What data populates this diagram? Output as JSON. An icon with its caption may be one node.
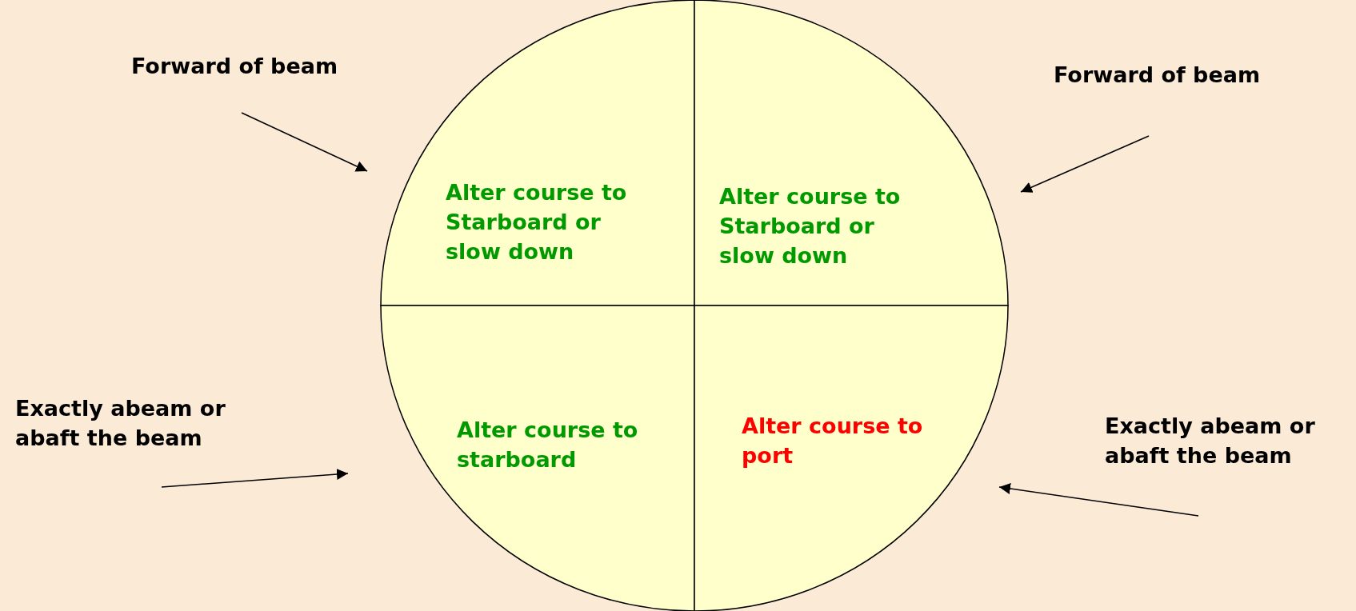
{
  "diagram": {
    "nodes": [
      {
        "text": [],
        "shape": "circle"
      },
      {
        "text": [
          "Alter course to Starboard or slow down"
        ],
        "in": 0
      },
      {
        "text": [
          "Alter course to Starboard or slow down"
        ],
        "in": 0
      },
      {
        "text": [
          "Alter course to starboard"
        ],
        "in": 0
      },
      {
        "text": [
          "Alter course to port"
        ],
        "in": 0
      },
      {
        "text": [
          "Forward of beam"
        ]
      },
      {
        "text": [
          "Forward of beam"
        ]
      },
      {
        "text": [
          "Exactly abeam or abaft the beam"
        ]
      },
      {
        "text": [
          "Exactly abeam or abaft the beam"
        ]
      }
    ],
    "edges": [
      {
        "from": 5,
        "to": 1,
        "arrow": "to"
      },
      {
        "from": 6,
        "to": 2,
        "arrow": "to"
      },
      {
        "from": 7,
        "to": 3,
        "arrow": "to"
      },
      {
        "from": 8,
        "to": 4,
        "arrow": "to"
      }
    ]
  }
}
